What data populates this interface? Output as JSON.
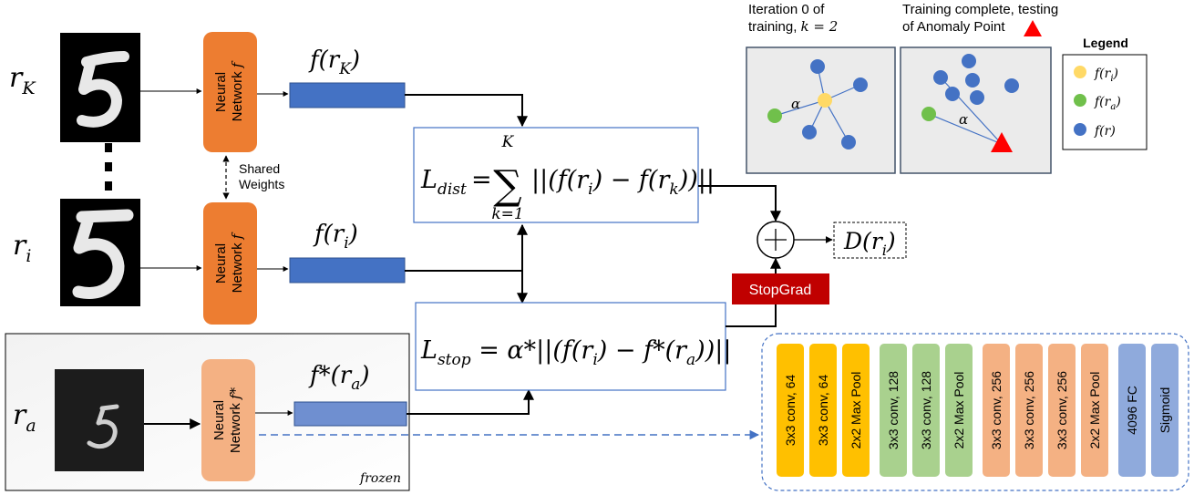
{
  "colors": {
    "nn_orange": "#ED7D31",
    "nn_frozen": "#F4B183",
    "feature_blue": "#4472C4",
    "feature_blue_light": "#6F8FD0",
    "stopgrad_red": "#C00000",
    "point_yellow": "#FFD966",
    "point_green": "#70C04B",
    "point_blue": "#4472C4",
    "anomaly_red": "#FF0000",
    "layer_yellow": "#FFC000",
    "layer_green": "#A9D18E",
    "layer_salmon": "#F4B183",
    "layer_blue": "#8FAADC"
  },
  "inputs": {
    "rK": {
      "var": "r",
      "sub": "K"
    },
    "ri": {
      "var": "r",
      "sub": "i"
    },
    "ra": {
      "var": "r",
      "sub": "a"
    }
  },
  "networks": {
    "top": {
      "line1": "Neural",
      "line2": "Network",
      "fn": "f"
    },
    "mid": {
      "line1": "Neural",
      "line2": "Network",
      "fn": "f"
    },
    "frozen": {
      "line1": "Neural",
      "line2": "Network",
      "fn": "f*"
    }
  },
  "shared": {
    "line1": "Shared",
    "line2": "Weights"
  },
  "features": {
    "fK": {
      "fn": "f",
      "arg": "r",
      "sub": "K"
    },
    "fi": {
      "fn": "f",
      "arg": "r",
      "sub": "i"
    },
    "fa": {
      "fn": "f*",
      "arg": "r",
      "sub": "a"
    }
  },
  "frozen_label": "frozen",
  "loss_dist": {
    "L": "L",
    "sub": "dist",
    "sum_top": "K",
    "sum_bottom": "k=1",
    "body_1": "||(f(r",
    "body_i": "i",
    "body_2": ") − f(r",
    "body_k": "k",
    "body_3": "))||"
  },
  "loss_stop": {
    "L": "L",
    "sub": "stop",
    "body_1": " = α*||(f(r",
    "body_i": "i",
    "body_2": ") − f*(r",
    "body_a": "a",
    "body_3": "))||"
  },
  "stopgrad": "StopGrad",
  "output": {
    "fn": "D",
    "arg": "r",
    "sub": "i"
  },
  "panels": {
    "left_caption_1": "Iteration 0 of",
    "left_caption_2": "training, ",
    "left_caption_k": "k = 2",
    "right_caption_1": "Training complete, testing",
    "right_caption_2": "of Anomaly Point",
    "alpha": "α"
  },
  "legend": {
    "title": "Legend",
    "items": [
      {
        "text": "f(r",
        "sub": "i",
        "color": "#FFD966"
      },
      {
        "text": "f(r",
        "sub": "a",
        "color": "#70C04B"
      },
      {
        "text": "f(r)",
        "sub": "",
        "color": "#4472C4"
      }
    ]
  },
  "layers": [
    {
      "label": "3x3 conv, 64",
      "color": "#FFC000"
    },
    {
      "label": "3x3 conv, 64",
      "color": "#FFC000"
    },
    {
      "label": "2x2 Max Pool",
      "color": "#FFC000"
    },
    {
      "label": "3x3 conv, 128",
      "color": "#A9D18E"
    },
    {
      "label": "3x3 conv, 128",
      "color": "#A9D18E"
    },
    {
      "label": "2x2 Max Pool",
      "color": "#A9D18E"
    },
    {
      "label": "3x3 conv, 256",
      "color": "#F4B183"
    },
    {
      "label": "3x3 conv, 256",
      "color": "#F4B183"
    },
    {
      "label": "3x3 conv, 256",
      "color": "#F4B183"
    },
    {
      "label": "2x2 Max Pool",
      "color": "#F4B183"
    },
    {
      "label": "4096 FC",
      "color": "#8FAADC"
    },
    {
      "label": "Sigmoid",
      "color": "#8FAADC"
    }
  ]
}
